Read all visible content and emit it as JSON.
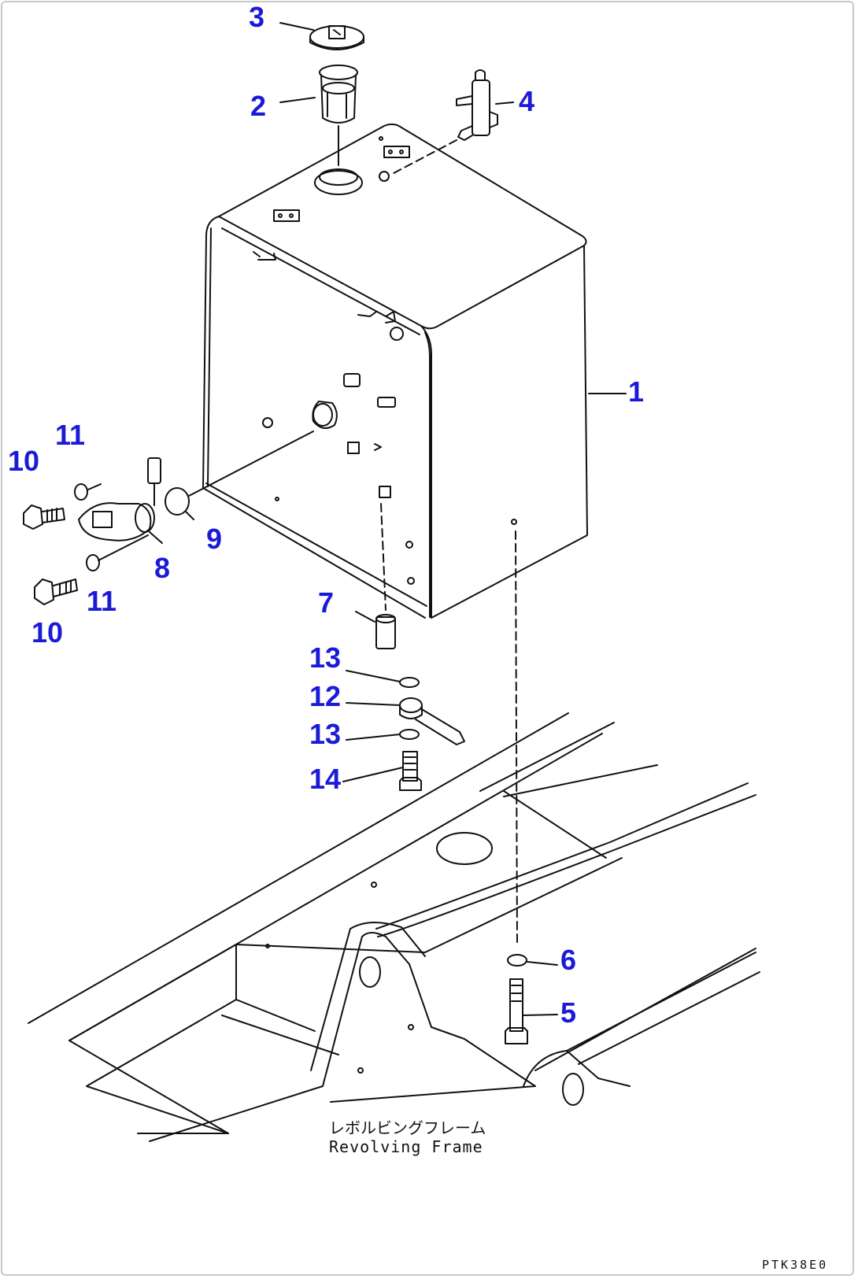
{
  "callouts": [
    {
      "id": "3",
      "label": "3"
    },
    {
      "id": "2",
      "label": "2"
    },
    {
      "id": "4",
      "label": "4"
    },
    {
      "id": "1",
      "label": "1"
    },
    {
      "id": "11a",
      "label": "11"
    },
    {
      "id": "10a",
      "label": "10"
    },
    {
      "id": "9",
      "label": "9"
    },
    {
      "id": "8",
      "label": "8"
    },
    {
      "id": "11b",
      "label": "11"
    },
    {
      "id": "10b",
      "label": "10"
    },
    {
      "id": "7",
      "label": "7"
    },
    {
      "id": "13a",
      "label": "13"
    },
    {
      "id": "12",
      "label": "12"
    },
    {
      "id": "13b",
      "label": "13"
    },
    {
      "id": "14",
      "label": "14"
    },
    {
      "id": "6",
      "label": "6"
    },
    {
      "id": "5",
      "label": "5"
    }
  ],
  "frame_label": {
    "japanese": "レボルビングフレーム",
    "english": "Revolving Frame"
  },
  "drawing_code": "PTK38E0",
  "colors": {
    "callout": "#1a1ad8",
    "line": "#111111",
    "border": "#c8c8c8"
  }
}
